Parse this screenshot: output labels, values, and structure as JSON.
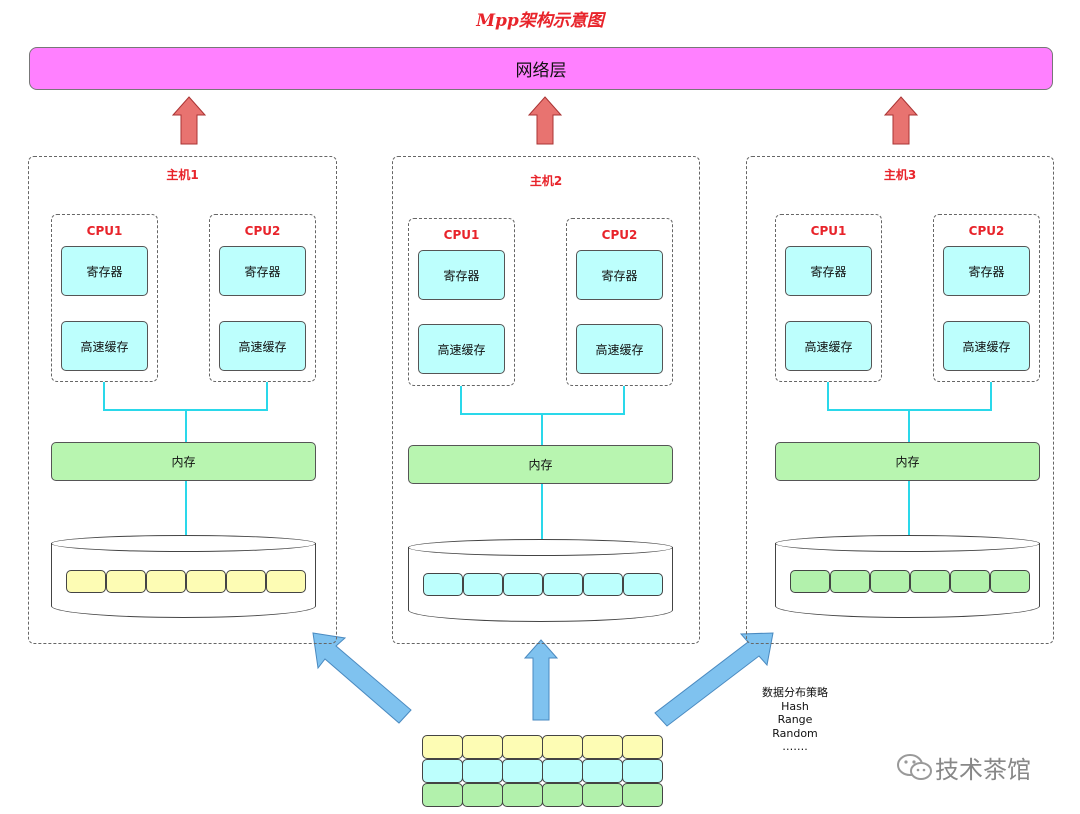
{
  "title": "Mpp架构示意图",
  "network_label": "网络层",
  "hosts": [
    {
      "label": "主机1",
      "cpus": [
        {
          "label": "CPU1",
          "register": "寄存器",
          "cache": "高速缓存"
        },
        {
          "label": "CPU2",
          "register": "寄存器",
          "cache": "高速缓存"
        }
      ],
      "memory": "内存",
      "data_color": "yellow"
    },
    {
      "label": "主机2",
      "cpus": [
        {
          "label": "CPU1",
          "register": "寄存器",
          "cache": "高速缓存"
        },
        {
          "label": "CPU2",
          "register": "寄存器",
          "cache": "高速缓存"
        }
      ],
      "memory": "内存",
      "data_color": "cyan"
    },
    {
      "label": "主机3",
      "cpus": [
        {
          "label": "CPU1",
          "register": "寄存器",
          "cache": "高速缓存"
        },
        {
          "label": "CPU2",
          "register": "寄存器",
          "cache": "高速缓存"
        }
      ],
      "memory": "内存",
      "data_color": "green"
    }
  ],
  "strategy": {
    "heading": "数据分布策略",
    "items": [
      "Hash",
      "Range",
      "Random",
      "……."
    ]
  },
  "watermark": "技术茶馆",
  "colors": {
    "title": "#e8242b",
    "network": "#ff80ff",
    "up_arrow": "#e87370",
    "data_arrow": "#7fc2ef",
    "connector": "#2ad8ea",
    "yellow": "#fdfcb4",
    "cyan": "#bdfffd",
    "green": "#b2f1ac"
  }
}
